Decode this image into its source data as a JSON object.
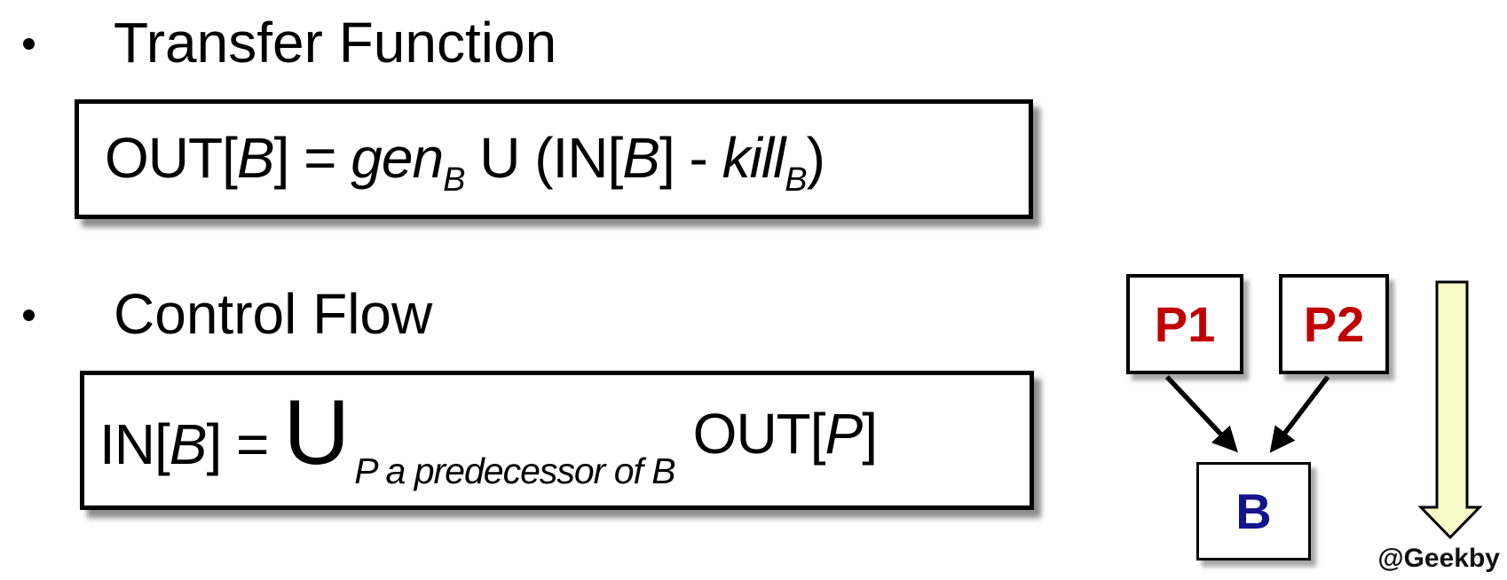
{
  "colors": {
    "node_red": "#C00000",
    "node_navy": "#14148C",
    "arrow_yellow": "#FAFAC8",
    "text": "#000000"
  },
  "bullets": [
    {
      "label": "Transfer Function"
    },
    {
      "label": "Control Flow"
    }
  ],
  "transfer_formula": {
    "out_open": "OUT[",
    "b1": "B",
    "eq": "] = ",
    "gen": "gen",
    "gen_sub": "B",
    "union_mid": " U (IN[",
    "b2": "B",
    "minus": "] - ",
    "kill": "kill",
    "kill_sub": "B",
    "close": ")"
  },
  "control_formula": {
    "in_open": "IN[",
    "b": "B",
    "eq": "] = ",
    "big_union": "U",
    "subscript": "P a predecessor of B",
    "out_open": "OUT[",
    "p": "P",
    "close": "]"
  },
  "diagram": {
    "nodes": [
      {
        "id": "P1",
        "label": "P1"
      },
      {
        "id": "P2",
        "label": "P2"
      },
      {
        "id": "B",
        "label": "B"
      }
    ],
    "watermark": "@Geekby"
  }
}
